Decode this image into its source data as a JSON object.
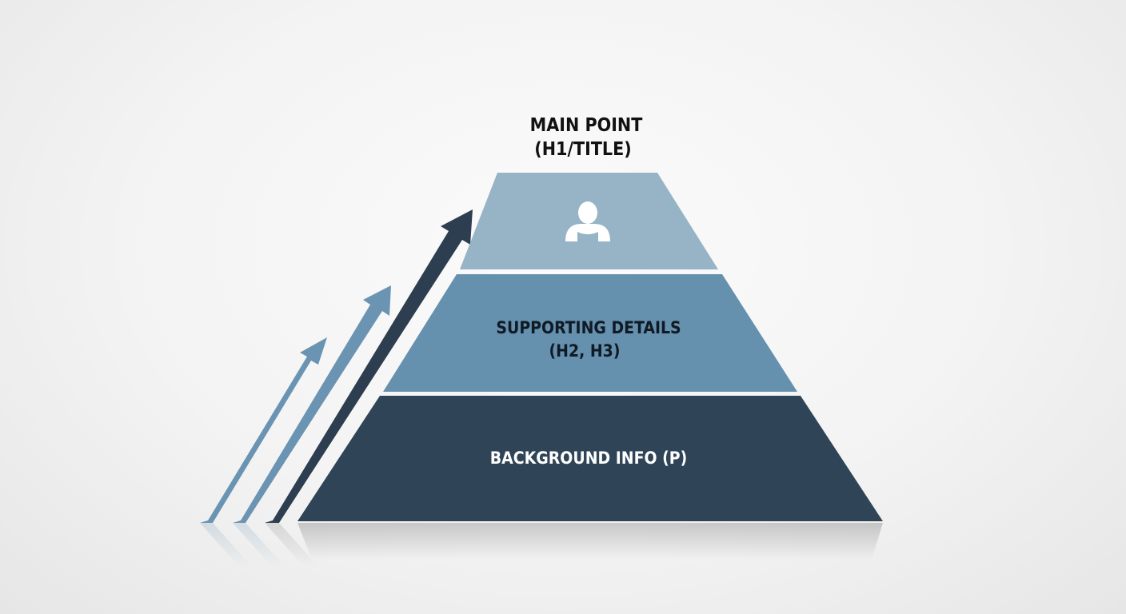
{
  "title": {
    "line1": "MAIN POINT",
    "line2": "(H1/TITLE)"
  },
  "tiers": {
    "top": {
      "icon": "user-icon",
      "color": "#96b4c6"
    },
    "middle": {
      "line1": "SUPPORTING DETAILS",
      "line2": "(H2, H3)",
      "color": "#6590ae"
    },
    "bottom": {
      "line1": "BACKGROUND INFO (P)",
      "color": "#2f4456"
    }
  },
  "arrows": {
    "light_color": "#6b94b3",
    "dark_color": "#2c3e4f"
  }
}
